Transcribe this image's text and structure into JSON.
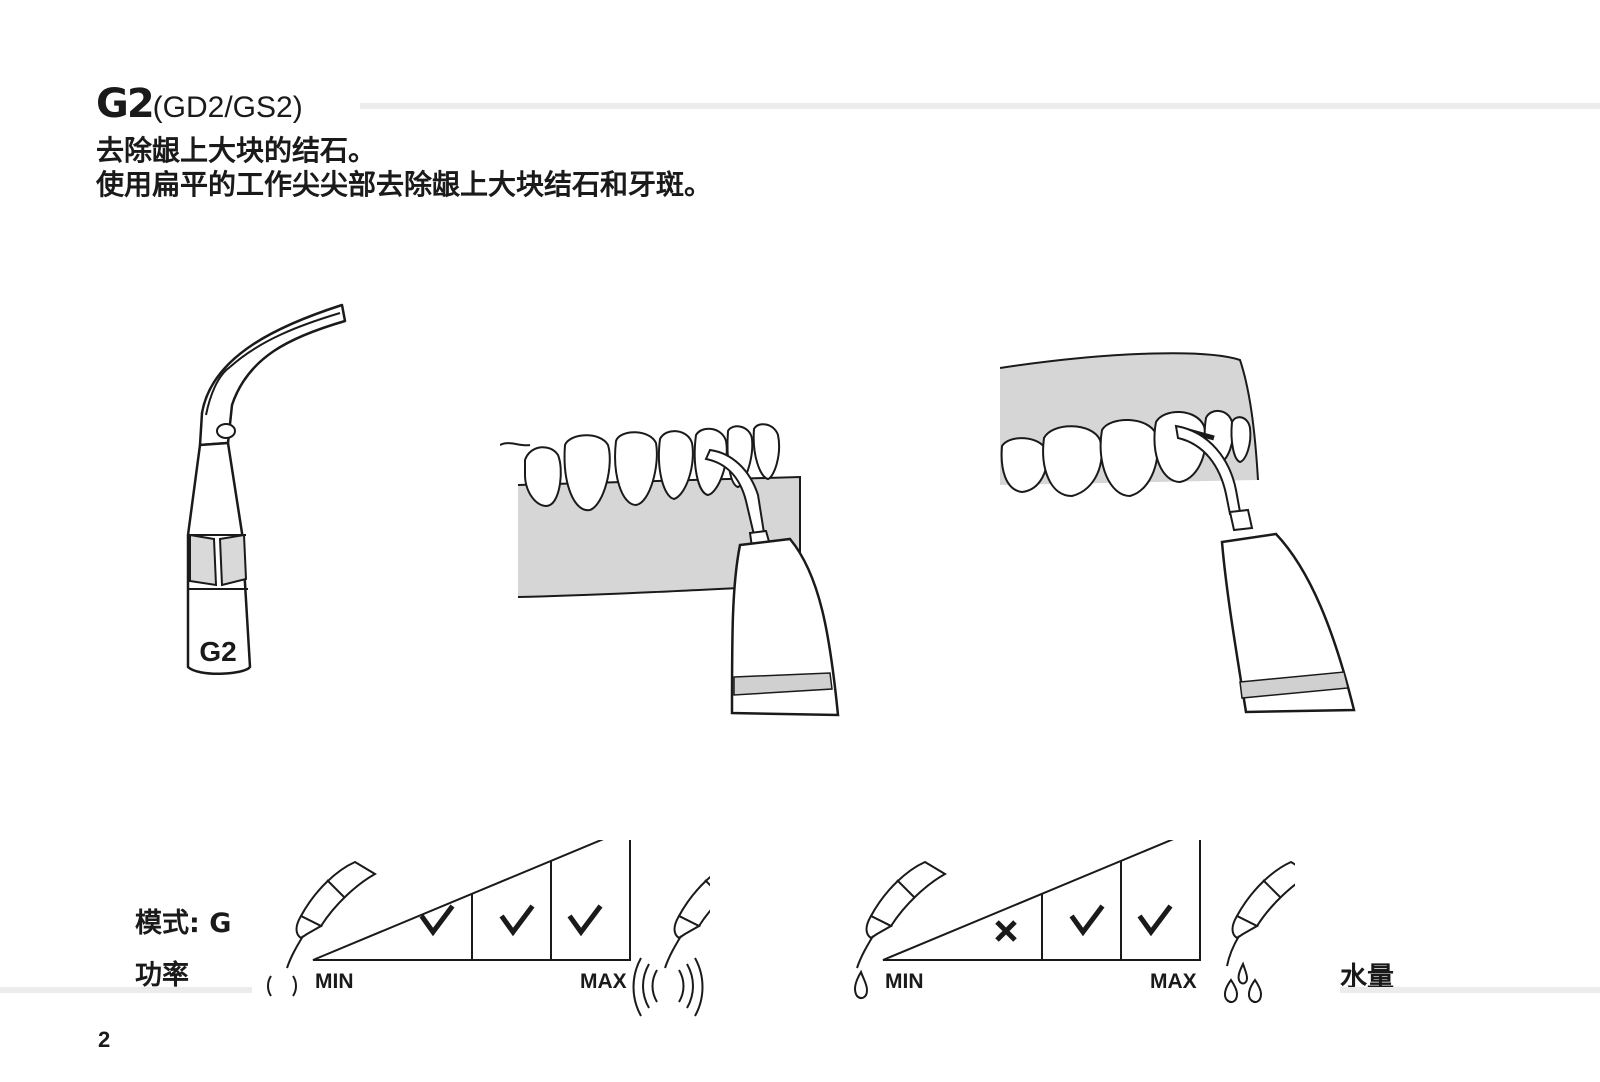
{
  "header": {
    "model": "G2",
    "variants": "(GD2/GS2)",
    "line1": "去除龈上大块的结石。",
    "line2": "使用扁平的工作尖尖部去除龈上大块结石和牙斑。"
  },
  "tip": {
    "label": "G2"
  },
  "settings": {
    "mode_label": "模式: G",
    "power_label": "功率",
    "water_label": "水量",
    "power_scale": {
      "min_label": "MIN",
      "max_label": "MAX",
      "marks": [
        "check",
        "check",
        "check"
      ]
    },
    "water_scale": {
      "min_label": "MIN",
      "max_label": "MAX",
      "marks": [
        "cross",
        "check",
        "check"
      ]
    }
  },
  "page_number": "2"
}
